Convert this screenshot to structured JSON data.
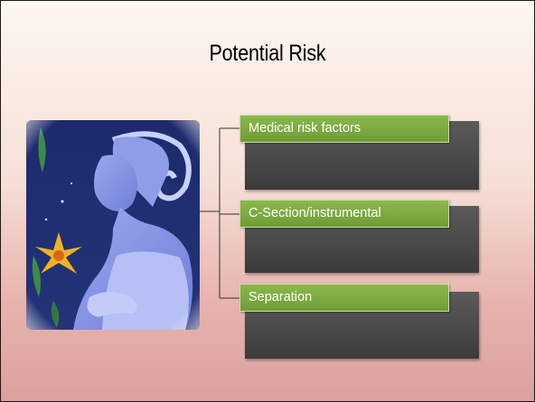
{
  "slide": {
    "title": "Potential Risk",
    "items": [
      {
        "label": "Medical risk factors"
      },
      {
        "label": "C-Section/instrumental"
      },
      {
        "label": "Separation"
      }
    ]
  },
  "colors": {
    "label_green": "#7aa83f",
    "box_dark": "#464646",
    "background_top": "#fdf6f1",
    "background_bottom": "#dba19e"
  },
  "icons": {
    "picture": "pregnant-woman-painting"
  }
}
